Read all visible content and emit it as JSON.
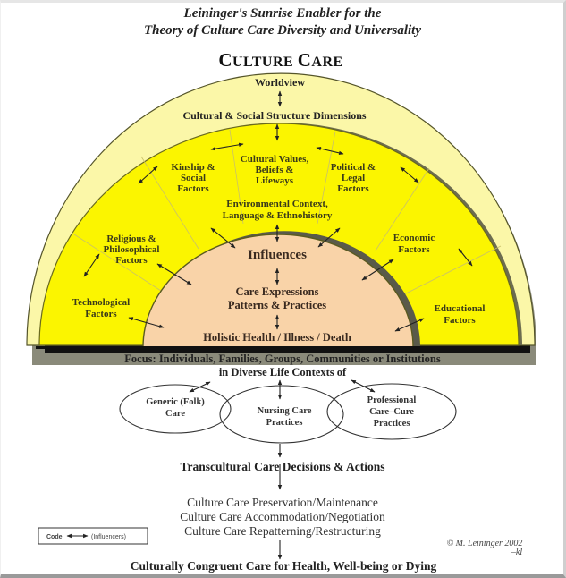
{
  "header": {
    "title_line1": "Leininger's Sunrise Enabler for the",
    "title_line2": "Theory of Culture Care Diversity and Universality",
    "heading": "CULTURE CARE"
  },
  "outer_ring": {
    "worldview": "Worldview",
    "dimensions": "Cultural & Social Structure Dimensions"
  },
  "factors": {
    "kinship": [
      "Kinship &",
      "Social",
      "Factors"
    ],
    "values": [
      "Cultural Values,",
      "Beliefs &",
      "Lifeways"
    ],
    "political": [
      "Political &",
      "Legal",
      "Factors"
    ],
    "environment": [
      "Environmental Context,",
      "Language & Ethnohistory"
    ],
    "religious": [
      "Religious &",
      "Philosophical",
      "Factors"
    ],
    "economic": [
      "Economic",
      "Factors"
    ],
    "technological": [
      "Technological",
      "Factors"
    ],
    "educational": [
      "Educational",
      "Factors"
    ]
  },
  "core": {
    "influences": "Influences",
    "care_expressions": [
      "Care Expressions",
      "Patterns & Practices"
    ],
    "holistic": "Holistic Health / Illness / Death"
  },
  "focus": {
    "line1": "Focus:  Individuals, Families, Groups, Communities or Institutions",
    "line2": "in Diverse Life Contexts of"
  },
  "care_systems": {
    "generic": [
      "Generic (Folk)",
      "Care"
    ],
    "nursing": [
      "Nursing Care",
      "Practices"
    ],
    "professional": [
      "Professional",
      "Care–Cure",
      "Practices"
    ]
  },
  "decisions": "Transcultural Care Decisions & Actions",
  "modes": [
    "Culture Care Preservation/Maintenance",
    "Culture Care Accommodation/Negotiation",
    "Culture Care Repatterning/Restructuring"
  ],
  "outcome": "Culturally Congruent Care for Health, Well-being or Dying",
  "legend": {
    "code_label": "Code",
    "meaning": "(Influencers)"
  },
  "copyright": {
    "line1": "© M. Leininger 2002",
    "line2": "–kl"
  },
  "colors": {
    "outer_ring": "#fbf7a8",
    "inner_ring": "#fbf500",
    "core": "#f9d3a8",
    "shadow": "#7a7a6a"
  }
}
